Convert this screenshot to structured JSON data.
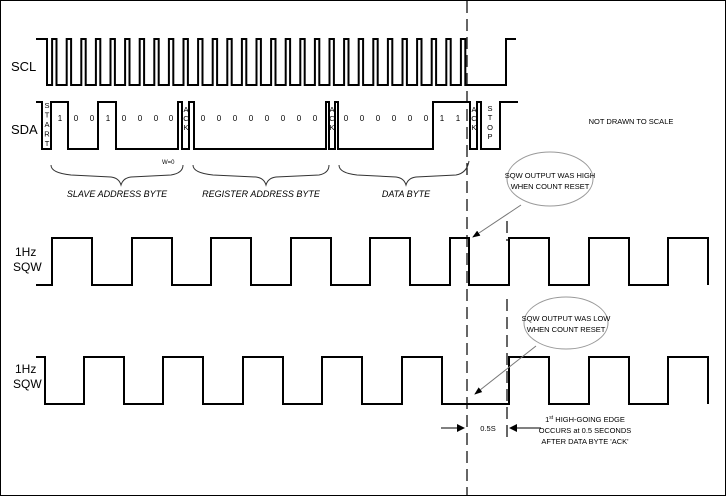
{
  "diagram": {
    "title": "I2C write resetting 1Hz SQW count",
    "signals": {
      "scl": "SCL",
      "sda": "SDA",
      "sqw1_line1": "1Hz",
      "sqw1_line2": "SQW",
      "sqw2_line1": "1Hz",
      "sqw2_line2": "SQW"
    },
    "sda_fields": {
      "start": [
        "S",
        "T",
        "A",
        "R",
        "T"
      ],
      "slave_bits": [
        "1",
        "0",
        "0",
        "1",
        "0",
        "0",
        "0",
        "0"
      ],
      "ack": [
        "A",
        "C",
        "K"
      ],
      "register_bits": [
        "0",
        "0",
        "0",
        "0",
        "0",
        "0",
        "0",
        "0"
      ],
      "data_bits": [
        "0",
        "0",
        "0",
        "0",
        "0",
        "0",
        "1",
        "1"
      ],
      "stop": [
        "S",
        "T",
        "O",
        "P"
      ],
      "rw_label": "W=0"
    },
    "bytes": {
      "slave": "SLAVE ADDRESS BYTE",
      "register": "REGISTER ADDRESS BYTE",
      "data": "DATA BYTE"
    },
    "notes": {
      "scale": "NOT DRAWN TO SCALE",
      "high_line1": "SQW OUTPUT WAS HIGH",
      "high_line2": "WHEN COUNT RESET",
      "low_line1": "SQW OUTPUT WAS LOW",
      "low_line2": "WHEN COUNT RESET",
      "interval": "0.5S",
      "edge_line1_pre": "1",
      "edge_line1_sup": "st",
      "edge_line1_post": " HIGH-GOING EDGE",
      "edge_line2": "OCCURS at 0.5 SECONDS",
      "edge_line3": "AFTER DATA BYTE 'ACK'"
    }
  }
}
